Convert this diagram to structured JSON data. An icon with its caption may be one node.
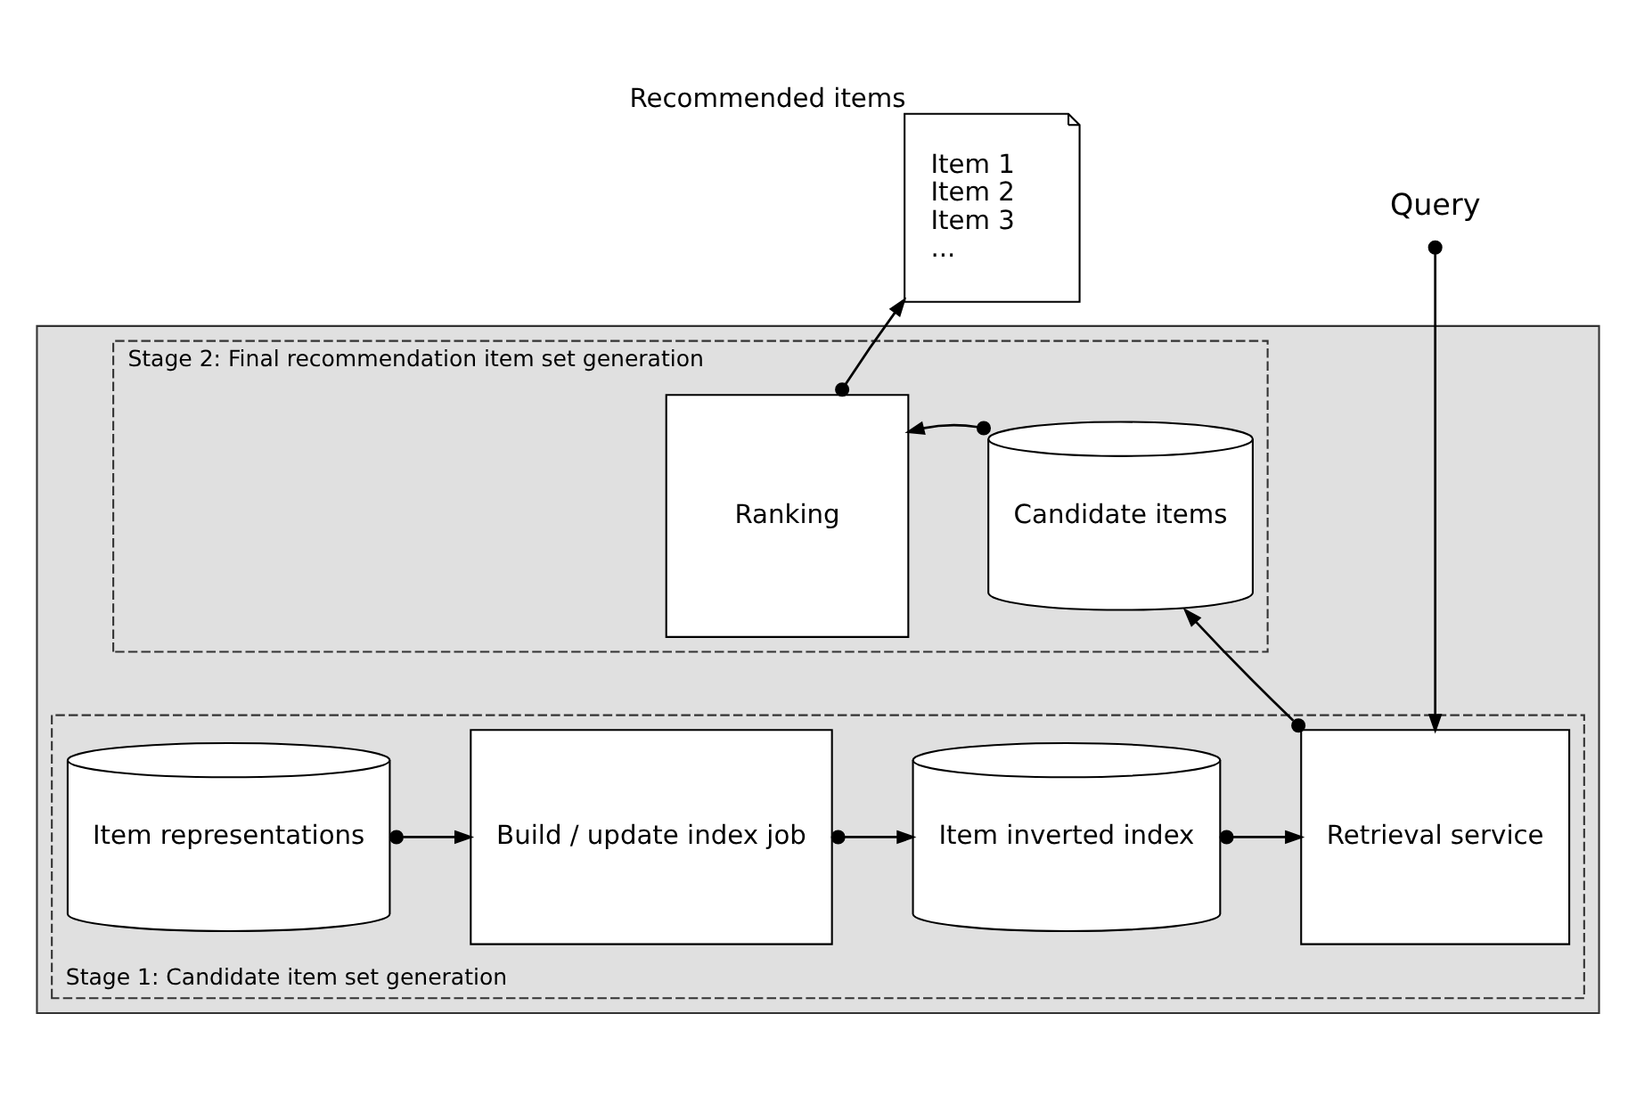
{
  "diagram": {
    "nodes": [
      {
        "text": [
          "Item 1",
          "Item 2",
          "Item 3",
          "..."
        ],
        "beside": [
          "Recommended items"
        ]
      },
      {
        "text": [
          "Query"
        ]
      },
      {
        "text": [],
        "shape": "box"
      },
      {
        "text": [
          "Stage 2: Final recommendation item set generation"
        ],
        "in": 2
      },
      {
        "text": [
          "Ranking"
        ],
        "in": 3
      },
      {
        "text": [
          "Candidate items"
        ],
        "in": 3
      },
      {
        "text": [
          "Stage 1: Candidate item set generation"
        ],
        "in": 2
      },
      {
        "text": [
          "Item representations"
        ],
        "in": 6
      },
      {
        "text": [
          "Build / update index job"
        ],
        "in": 6
      },
      {
        "text": [
          "Item inverted index"
        ],
        "in": 6
      },
      {
        "text": [
          "Retrieval service"
        ],
        "in": 6
      }
    ],
    "edges": [
      {
        "from": 4,
        "to": 0,
        "arrow": "to"
      },
      {
        "from": 5,
        "to": 4,
        "arrow": "to"
      },
      {
        "from": 10,
        "to": 5,
        "arrow": "to"
      },
      {
        "from": 1,
        "to": 10,
        "arrow": "to"
      },
      {
        "from": 7,
        "to": 8,
        "arrow": "to"
      },
      {
        "from": 8,
        "to": 9,
        "arrow": "to"
      },
      {
        "from": 9,
        "to": 10,
        "arrow": "to"
      }
    ]
  }
}
